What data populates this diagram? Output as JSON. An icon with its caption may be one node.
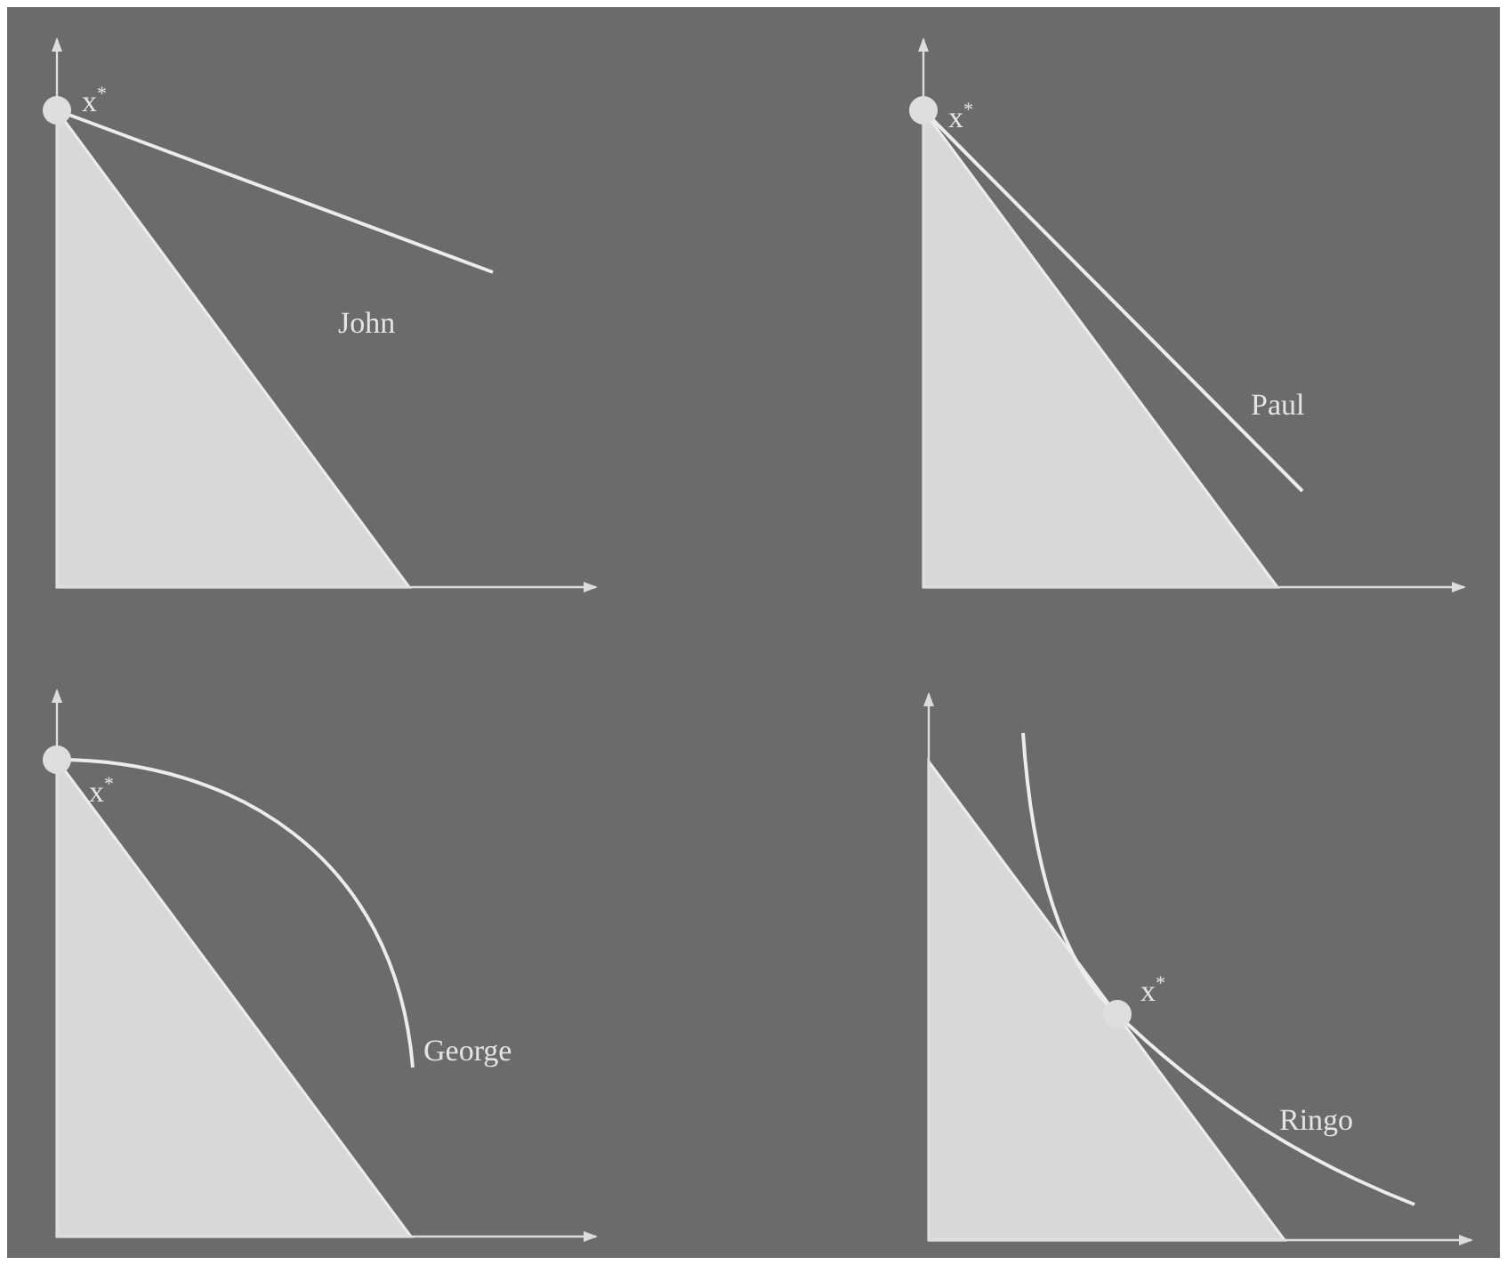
{
  "diagram": {
    "labels": [
      "x$^{*}$",
      "John",
      "x$^{*}$",
      "Paul",
      "x$^{*}$",
      "George",
      "x$^{*}$",
      "Ringo"
    ]
  }
}
